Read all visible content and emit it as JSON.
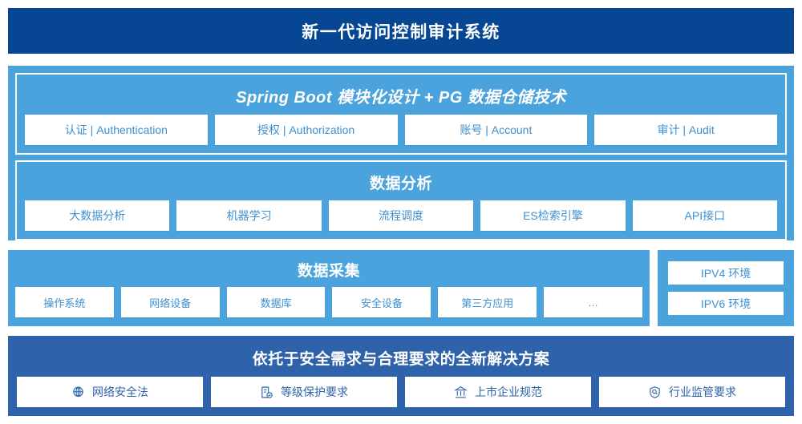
{
  "header": {
    "title": "新一代访问控制审计系统"
  },
  "platform": {
    "tech": {
      "title": "Spring Boot 模块化设计 + PG 数据仓储技术",
      "chips": [
        "认证 | Authentication",
        "授权 | Authorization",
        "账号 | Account",
        "审计 | Audit"
      ]
    },
    "analysis": {
      "title": "数据分析",
      "chips": [
        "大数据分析",
        "机器学习",
        "流程调度",
        "ES检索引擎",
        "API接口"
      ]
    }
  },
  "collection": {
    "title": "数据采集",
    "chips": [
      "操作系统",
      "网络设备",
      "数据库",
      "安全设备",
      "第三方应用",
      "…"
    ]
  },
  "environment": {
    "chips": [
      "IPV4 环境",
      "IPV6 环境"
    ]
  },
  "solution": {
    "title": "依托于安全需求与合理要求的全新解决方案",
    "chips": [
      {
        "label": "网络安全法",
        "icon": "globe-icon"
      },
      {
        "label": "等级保护要求",
        "icon": "document-check-icon"
      },
      {
        "label": "上市企业规范",
        "icon": "bank-icon"
      },
      {
        "label": "行业监管要求",
        "icon": "shield-search-icon"
      }
    ]
  },
  "colors": {
    "header_navy": "#064693",
    "panel_light_blue": "#4ba3dd",
    "solution_blue": "#2e62ab",
    "chip_text_blue": "#3f8fcf",
    "chip_background": "#ffffff"
  }
}
